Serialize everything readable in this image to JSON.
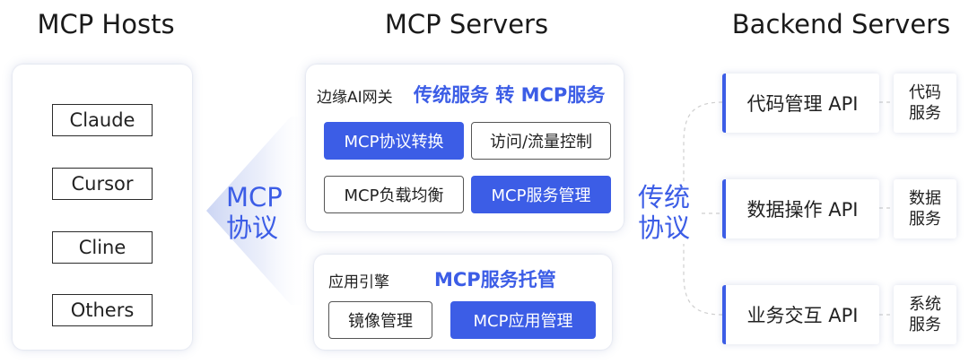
{
  "columns": {
    "hosts_title": "MCP Hosts",
    "servers_title": "MCP Servers",
    "backend_title": "Backend Servers"
  },
  "hosts": [
    "Claude",
    "Cursor",
    "Cline",
    "Others"
  ],
  "mcp_protocol": {
    "line1": "MCP",
    "line2": "协议"
  },
  "gateway": {
    "label": "边缘AI网关",
    "headline": "传统服务 转 MCP服务",
    "buttons": [
      "MCP协议转换",
      "访问/流量控制",
      "MCP负载均衡",
      "MCP服务管理"
    ]
  },
  "engine": {
    "label": "应用引擎",
    "headline": "MCP服务托管",
    "buttons": [
      "镜像管理",
      "MCP应用管理"
    ]
  },
  "traditional_protocol": {
    "line1": "传统",
    "line2": "协议"
  },
  "backend": [
    {
      "api": "代码管理 API",
      "service_line1": "代码",
      "service_line2": "服务"
    },
    {
      "api": "数据操作 API",
      "service_line1": "数据",
      "service_line2": "服务"
    },
    {
      "api": "业务交互 API",
      "service_line1": "系统",
      "service_line2": "服务"
    }
  ],
  "colors": {
    "accent": "#3c5de6",
    "text": "#1f1f1f"
  }
}
